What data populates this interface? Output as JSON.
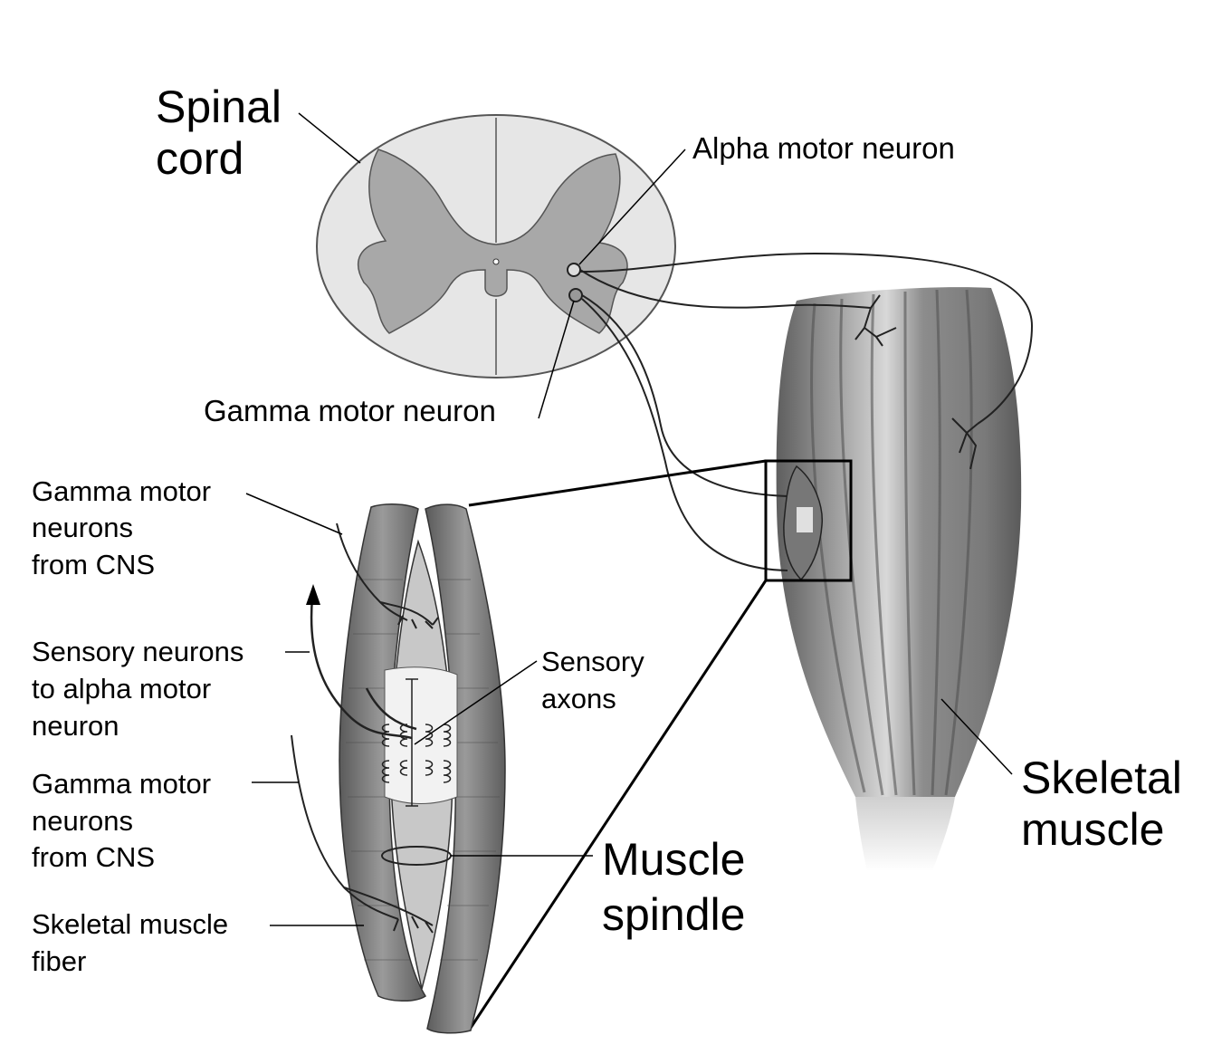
{
  "labels": {
    "spinal_cord": [
      "Spinal",
      "cord"
    ],
    "alpha_motor_neuron": "Alpha motor neuron",
    "gamma_motor_neuron": "Gamma motor neuron",
    "gamma_from_cns_top": [
      "Gamma motor",
      "neurons",
      "from CNS"
    ],
    "sensory_neurons": [
      "Sensory neurons",
      "to alpha motor",
      "neuron"
    ],
    "sensory_axons": [
      "Sensory",
      "axons"
    ],
    "gamma_from_cns_bottom": [
      "Gamma motor",
      "neurons",
      "from CNS"
    ],
    "skeletal_muscle_fiber": [
      "Skeletal muscle",
      "fiber"
    ],
    "muscle_spindle": [
      "Muscle",
      "spindle"
    ],
    "skeletal_muscle": [
      "Skeletal",
      "muscle"
    ]
  },
  "colors": {
    "white_matter": "#e6e6e6",
    "gray_matter": "#a8a8a8",
    "muscle": "#8a8a8a",
    "muscle_dark": "#6a6a6a",
    "line": "#000000"
  }
}
